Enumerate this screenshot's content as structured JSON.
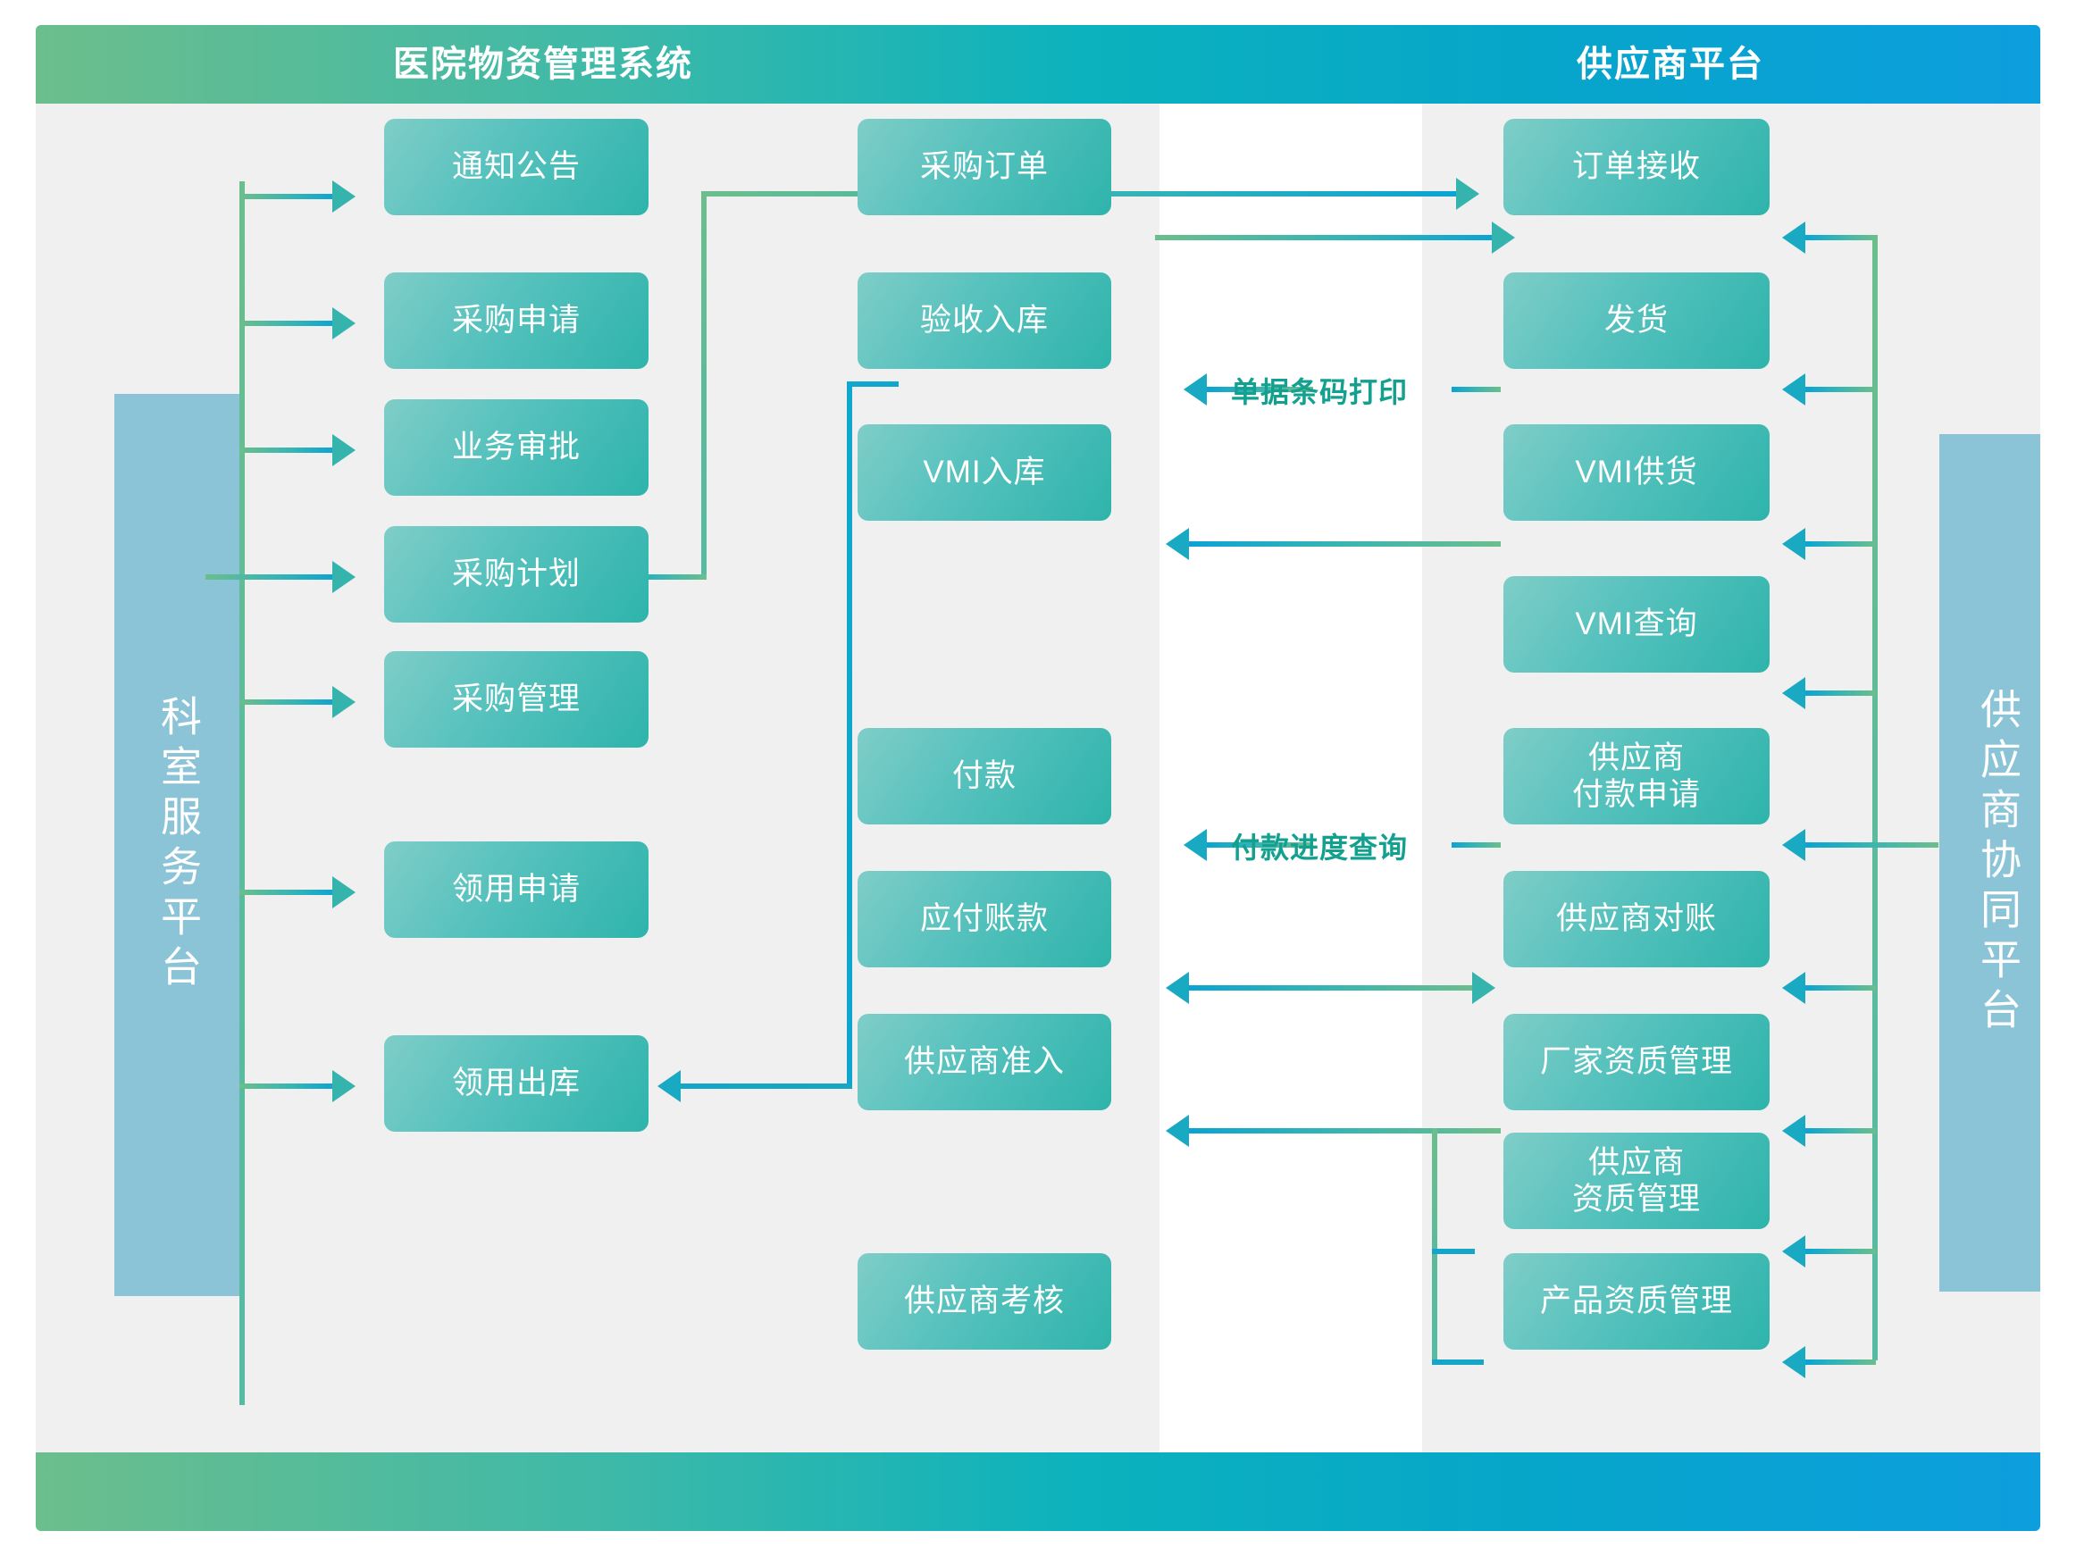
{
  "header": {
    "left_title": "医院物资管理系统",
    "right_title": "供应商平台"
  },
  "pillars": {
    "left": "科室服务平台",
    "right": "供应商协同平台"
  },
  "columns": {
    "department_modules": [
      {
        "label": "通知公告"
      },
      {
        "label": "采购申请"
      },
      {
        "label": "业务审批"
      },
      {
        "label": "采购计划"
      },
      {
        "label": "采购管理"
      },
      {
        "label": "领用申请"
      },
      {
        "label": "领用出库"
      }
    ],
    "hospital_modules": [
      {
        "label": "采购订单"
      },
      {
        "label": "验收入库"
      },
      {
        "label": "VMI入库"
      },
      {
        "label": "付款"
      },
      {
        "label": "应付账款"
      },
      {
        "label": "供应商准入"
      },
      {
        "label": "供应商考核"
      }
    ],
    "supplier_modules": [
      {
        "label": "订单接收"
      },
      {
        "label": "发货"
      },
      {
        "label": "VMI供货"
      },
      {
        "label": "VMI查询"
      },
      {
        "label": "供应商\n付款申请",
        "line1": "供应商",
        "line2": "付款申请"
      },
      {
        "label": "供应商对账"
      },
      {
        "label": "厂家资质管理"
      },
      {
        "label": "供应商\n资质管理",
        "line1": "供应商",
        "line2": "资质管理"
      },
      {
        "label": "产品资质管理"
      }
    ]
  },
  "flow_labels": [
    {
      "text": "单据条码打印"
    },
    {
      "text": "付款进度查询"
    }
  ],
  "colors": {
    "band_start": "#6cbe8c",
    "band_end": "#0d9ede",
    "pillar": "#8cc4d7",
    "node_start": "#7fcdc8",
    "node_end": "#2eb4ab",
    "panel_bg": "#f0f0f0",
    "label_text": "#13a08f"
  }
}
